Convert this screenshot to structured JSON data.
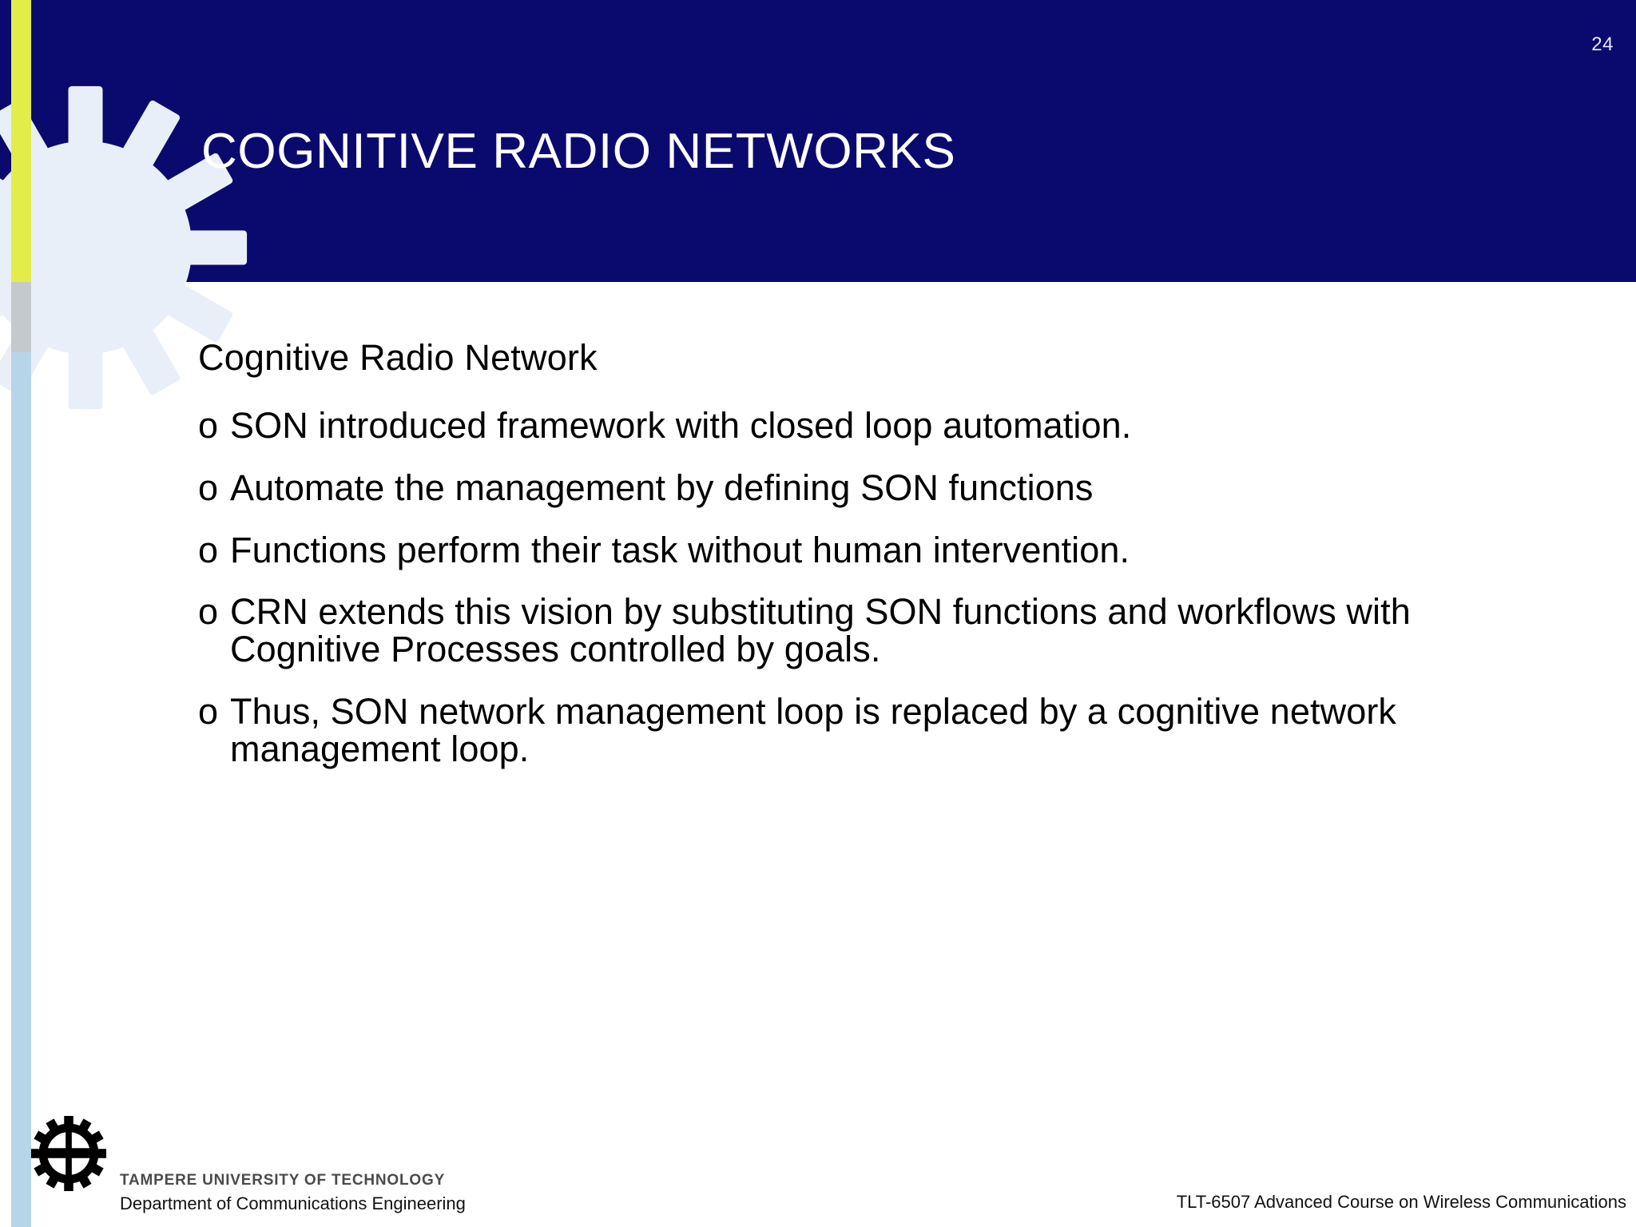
{
  "slide": {
    "number": "24",
    "title": "COGNITIVE RADIO NETWORKS",
    "colors": {
      "header_background": "#0a0a6e",
      "title_text": "#ffffff",
      "stripe_yellow": "#e3ed4a",
      "stripe_gray": "#c4c9cd",
      "stripe_blue": "#b7d5e8",
      "gear_watermark": "#e9eff8",
      "body_text": "#000000",
      "slide_background": "#ffffff"
    }
  },
  "body": {
    "lead": "Cognitive Radio Network",
    "bullet_marker": "o",
    "bullets": [
      "SON introduced framework with closed loop automation.",
      "Automate the management by defining SON functions",
      "Functions perform their task without human intervention.",
      "CRN extends this vision by substituting SON functions and workflows with Cognitive Processes controlled by goals.",
      "Thus, SON network management loop is replaced by a cognitive network management loop."
    ]
  },
  "footer": {
    "organization": "TAMPERE UNIVERSITY OF TECHNOLOGY",
    "department": "Department of Communications Engineering",
    "course": "TLT-6507 Advanced Course on Wireless Communications",
    "logo_icon": "gear-logo-icon"
  },
  "icons": {
    "decorative_gear": "gear-icon"
  }
}
